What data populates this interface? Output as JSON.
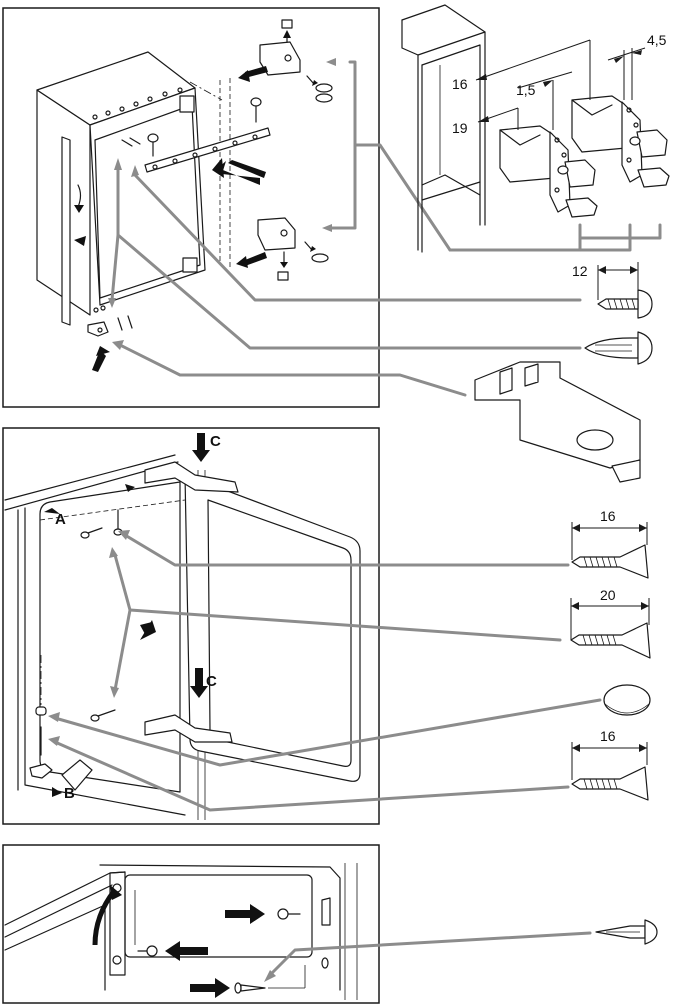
{
  "diagram": {
    "title": "Built-in appliance door hinge and mounting assembly",
    "panels": [
      {
        "id": "panel-1",
        "description": "Appliance cabinet with top fixing strip, hinge brackets, screws and bottom bracket"
      },
      {
        "id": "panel-2",
        "description": "Door mounting with hinge points A, B, C and screws"
      },
      {
        "id": "panel-3",
        "description": "Door hinge detail with screws and plug"
      }
    ],
    "hinge_dimensions": {
      "d16": "16",
      "d19": "19",
      "d1_5": "1,5",
      "d4_5": "4,5"
    },
    "parts": [
      {
        "name": "screw-pan-head",
        "dimension": "12"
      },
      {
        "name": "plastic-plug",
        "dimension": ""
      },
      {
        "name": "bottom-bracket",
        "dimension": ""
      },
      {
        "name": "screw-countersunk-1",
        "dimension": "16"
      },
      {
        "name": "screw-countersunk-2",
        "dimension": "20"
      },
      {
        "name": "cover-cap",
        "dimension": ""
      },
      {
        "name": "screw-countersunk-3",
        "dimension": "16"
      },
      {
        "name": "plastic-pin",
        "dimension": ""
      }
    ],
    "point_labels": {
      "a": "A",
      "b": "B",
      "c_top": "C",
      "c_bottom": "C"
    },
    "colors": {
      "line": "#1a1a1a",
      "leader": "#8c8c8c",
      "background": "#ffffff"
    }
  }
}
